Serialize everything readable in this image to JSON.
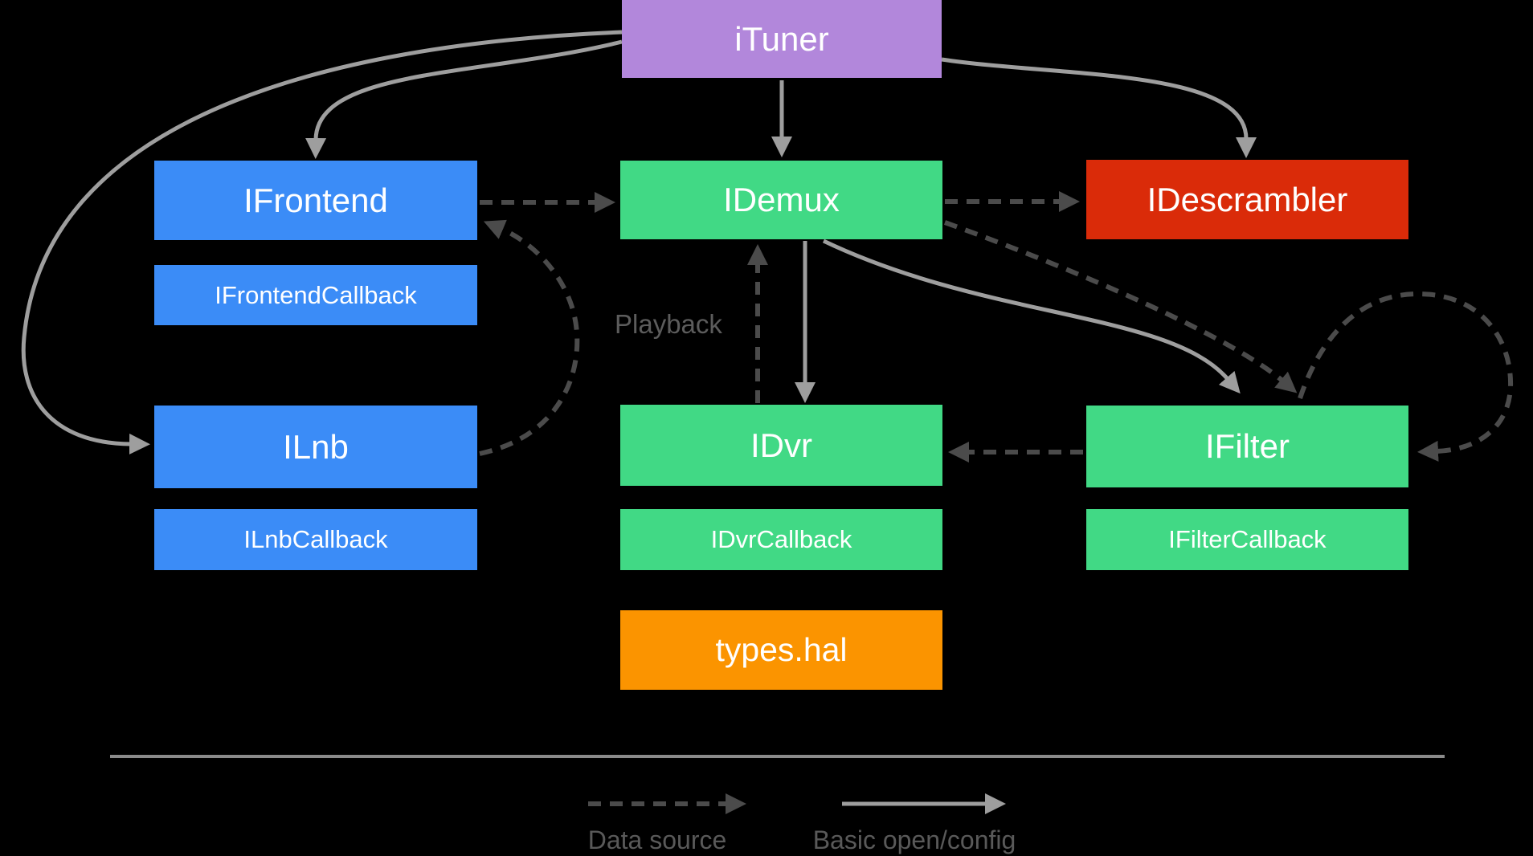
{
  "diagram": {
    "nodes": {
      "ituner": {
        "label": "iTuner",
        "color": "#b287db"
      },
      "ifrontend": {
        "label": "IFrontend",
        "color": "#3b8cf7"
      },
      "ifrontend_callback": {
        "label": "IFrontendCallback",
        "color": "#3b8cf7"
      },
      "ilnb": {
        "label": "ILnb",
        "color": "#3b8cf7"
      },
      "ilnb_callback": {
        "label": "ILnbCallback",
        "color": "#3b8cf7"
      },
      "idemux": {
        "label": "IDemux",
        "color": "#41d985"
      },
      "idvr": {
        "label": "IDvr",
        "color": "#41d985"
      },
      "idvr_callback": {
        "label": "IDvrCallback",
        "color": "#41d985"
      },
      "ifilter": {
        "label": "IFilter",
        "color": "#41d985"
      },
      "ifilter_callback": {
        "label": "IFilterCallback",
        "color": "#41d985"
      },
      "idescrambler": {
        "label": "IDescrambler",
        "color": "#da2b09"
      },
      "types_hal": {
        "label": "types.hal",
        "color": "#fb9400"
      }
    },
    "annotations": {
      "playback": "Playback"
    },
    "edges": [
      {
        "from": "ituner",
        "to": "ifrontend",
        "type": "basic_open_config"
      },
      {
        "from": "ituner",
        "to": "idemux",
        "type": "basic_open_config"
      },
      {
        "from": "ituner",
        "to": "idescrambler",
        "type": "basic_open_config"
      },
      {
        "from": "ituner",
        "to": "ilnb",
        "type": "basic_open_config"
      },
      {
        "from": "idemux",
        "to": "idvr",
        "type": "basic_open_config"
      },
      {
        "from": "idemux",
        "to": "ifilter",
        "type": "basic_open_config"
      },
      {
        "from": "ifrontend",
        "to": "idemux",
        "type": "data_source"
      },
      {
        "from": "idemux",
        "to": "idescrambler",
        "type": "data_source"
      },
      {
        "from": "idemux",
        "to": "ifilter",
        "type": "data_source"
      },
      {
        "from": "idvr",
        "to": "idemux",
        "type": "data_source",
        "label": "Playback"
      },
      {
        "from": "ifilter",
        "to": "idvr",
        "type": "data_source"
      },
      {
        "from": "ilnb",
        "to": "ifrontend",
        "type": "data_source"
      },
      {
        "from": "ifilter",
        "to": "ifilter",
        "type": "data_source"
      }
    ],
    "legend": {
      "data_source_label": "Data source",
      "basic_open_config_label": "Basic open/config"
    },
    "colors": {
      "background": "#000000",
      "solid_arrow": "#9e9e9e",
      "dashed_arrow": "#4b4b4b",
      "divider": "#8a8a8a",
      "annotation_text": "#5c5c5c",
      "legend_text": "#595959"
    }
  }
}
